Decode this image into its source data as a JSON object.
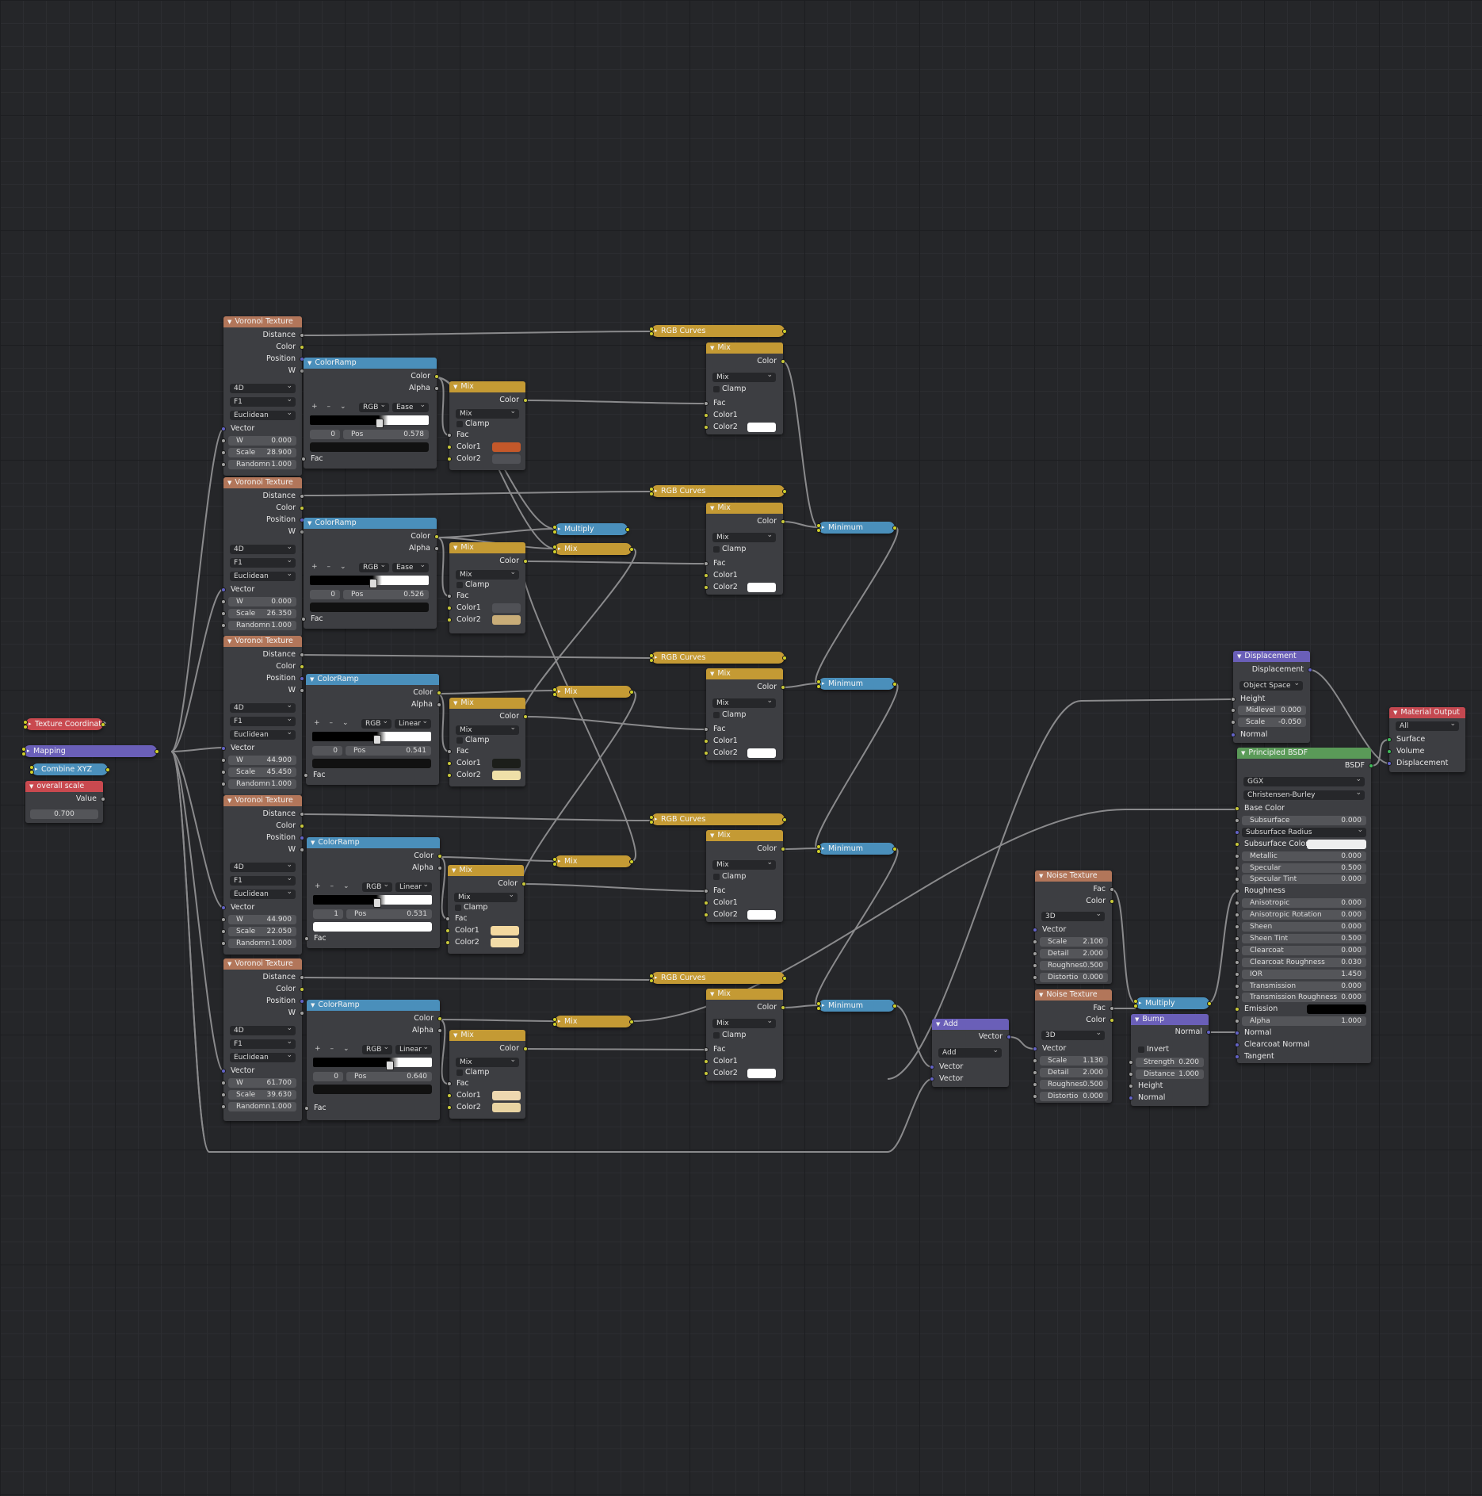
{
  "colors": {
    "bg": "#252629",
    "node_body": "#3d3e42",
    "texture": "#b2765a",
    "converter": "#4a8fbb",
    "color_op": "#c49a34",
    "input": "#c9494f",
    "vector": "#6a5fb8",
    "shader": "#5a9a58",
    "output": "#c44850"
  },
  "labels": {
    "voronoi": "Voronoi Texture",
    "colorramp": "ColorRamp",
    "mix": "Mix",
    "rgb_curves": "RGB Curves",
    "multiply": "Multiply",
    "minimum": "Minimum",
    "distance": "Distance",
    "color": "Color",
    "position": "Position",
    "w": "W",
    "alpha": "Alpha",
    "fac": "Fac",
    "color1": "Color1",
    "color2": "Color2",
    "clamp": "Clamp",
    "vector": "Vector",
    "scale": "Scale",
    "randomn": "Randomn",
    "dim4d": "4D",
    "f1": "F1",
    "euclidean": "Euclidean",
    "rgb": "RGB",
    "pos": "Pos",
    "plus": "+",
    "minus": "–",
    "chev": "⌄",
    "texture_coordinate": "Texture Coordinate",
    "mapping": "Mapping",
    "combine_xyz": "Combine XYZ",
    "overall_scale": "overall scale",
    "value": "Value",
    "overall_scale_value": "0.700",
    "noise": "Noise Texture",
    "dim3d": "3D",
    "detail": "Detail",
    "roughnes": "Roughnes",
    "distortio": "Distortio",
    "add": "Add",
    "bump": "Bump",
    "invert": "Invert",
    "strength": "Strength",
    "height": "Height",
    "normal": "Normal",
    "displacement": "Displacement",
    "object_space": "Object Space",
    "midlevel": "Midlevel",
    "material_output": "Material Output",
    "all": "All",
    "surface": "Surface",
    "volume": "Volume",
    "principled": "Principled BSDF",
    "bsdf": "BSDF",
    "ggx": "GGX",
    "christensen": "Christensen-Burley"
  },
  "voronoi_nodes": [
    {
      "w": "0.000",
      "scale": "28.900",
      "random": "1.000"
    },
    {
      "w": "0.000",
      "scale": "26.350",
      "random": "1.000"
    },
    {
      "w": "44.900",
      "scale": "45.450",
      "random": "1.000"
    },
    {
      "w": "44.900",
      "scale": "22.050",
      "random": "1.000"
    },
    {
      "w": "61.700",
      "scale": "39.630",
      "random": "1.000"
    }
  ],
  "colorramps": [
    {
      "interp": "Ease",
      "index": "0",
      "pos": "0.578",
      "marker": 0.578,
      "swatch": "#111111"
    },
    {
      "interp": "Ease",
      "index": "0",
      "pos": "0.526",
      "marker": 0.526,
      "swatch": "#111111"
    },
    {
      "interp": "Linear",
      "index": "0",
      "pos": "0.541",
      "marker": 0.541,
      "swatch": "#111111"
    },
    {
      "interp": "Linear",
      "index": "1",
      "pos": "0.531",
      "marker": 0.531,
      "swatch": "#ffffff"
    },
    {
      "interp": "Linear",
      "index": "0",
      "pos": "0.640",
      "marker": 0.64,
      "swatch": "#111111"
    }
  ],
  "left_mix": [
    {
      "mode": "Mix",
      "color1": "#c4582a",
      "color2": "#505156"
    },
    {
      "mode": "Mix",
      "color1": "#505156",
      "color2": "#c9ad78"
    },
    {
      "mode": "Mix",
      "color1": "#1c1e1a",
      "color2": "#efe0a8"
    },
    {
      "mode": "Mix",
      "color1": "#f4d9a0",
      "color2": "#f2dca8"
    },
    {
      "mode": "Mix",
      "color1": "#eed8b0",
      "color2": "#e9d4a2"
    }
  ],
  "right_mix": [
    {
      "mode": "Mix",
      "color2": "#ffffff"
    },
    {
      "mode": "Mix",
      "color2": "#ffffff"
    },
    {
      "mode": "Mix",
      "color2": "#ffffff"
    },
    {
      "mode": "Mix",
      "color2": "#ffffff"
    },
    {
      "mode": "Mix",
      "color2": "#ffffff"
    }
  ],
  "noise_nodes": [
    {
      "scale": "2.100",
      "detail": "2.000",
      "rough": "0.500",
      "distort": "0.000"
    },
    {
      "scale": "1.130",
      "detail": "2.000",
      "rough": "0.500",
      "distort": "0.000"
    }
  ],
  "bump": {
    "strength": "0.200",
    "distance": "1.000"
  },
  "displacement": {
    "midlevel": "0.000",
    "scale": "-0.050"
  },
  "principled": {
    "rows": [
      {
        "k": "Base Color",
        "t": "in"
      },
      {
        "k": "Subsurface",
        "v": "0.000",
        "t": "fld"
      },
      {
        "k": "Subsurface Radius",
        "t": "drop"
      },
      {
        "k": "Subsurface Color",
        "t": "color",
        "c": "#eeeeee"
      },
      {
        "k": "Metallic",
        "v": "0.000",
        "t": "fld"
      },
      {
        "k": "Specular",
        "v": "0.500",
        "t": "fld"
      },
      {
        "k": "Specular Tint",
        "v": "0.000",
        "t": "fld"
      },
      {
        "k": "Roughness",
        "t": "in"
      },
      {
        "k": "Anisotropic",
        "v": "0.000",
        "t": "fld"
      },
      {
        "k": "Anisotropic Rotation",
        "v": "0.000",
        "t": "fld"
      },
      {
        "k": "Sheen",
        "v": "0.000",
        "t": "fld"
      },
      {
        "k": "Sheen Tint",
        "v": "0.500",
        "t": "fld"
      },
      {
        "k": "Clearcoat",
        "v": "0.000",
        "t": "fld"
      },
      {
        "k": "Clearcoat Roughness",
        "v": "0.030",
        "t": "fld"
      },
      {
        "k": "IOR",
        "v": "1.450",
        "t": "fld"
      },
      {
        "k": "Transmission",
        "v": "0.000",
        "t": "fld"
      },
      {
        "k": "Transmission Roughness",
        "v": "0.000",
        "t": "fld"
      },
      {
        "k": "Emission",
        "t": "color",
        "c": "#000000"
      },
      {
        "k": "Alpha",
        "v": "1.000",
        "t": "fld"
      },
      {
        "k": "Normal",
        "t": "in"
      },
      {
        "k": "Clearcoat Normal",
        "t": "in"
      },
      {
        "k": "Tangent",
        "t": "in"
      }
    ]
  }
}
